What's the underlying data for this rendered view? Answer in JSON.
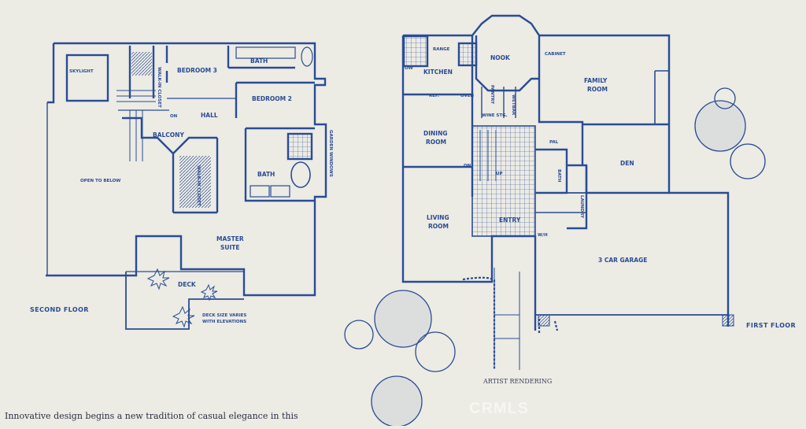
{
  "colors": {
    "ink": "#2a4c93",
    "paper": "#ecebe4"
  },
  "second_floor": {
    "caption": "SECOND FLOOR",
    "rooms": {
      "skylight": "SKYLIGHT",
      "walkin_closet": "WALK-IN CLOSET",
      "bedroom3": "BEDROOM 3",
      "bath_upper": "BATH",
      "bedroom2": "BEDROOM 2",
      "hall": "HALL",
      "on": "ON",
      "balcony": "BALCONY",
      "open_to_below": "OPEN TO BELOW",
      "walkin_closet_master": "WALK-IN CLOSET",
      "bath_master": "BATH",
      "garden_windows": "GARDEN WINDOWS",
      "master_suite_1": "MASTER",
      "master_suite_2": "SUITE",
      "deck": "DECK",
      "deck_note_1": "DECK SIZE VARIES",
      "deck_note_2": "WITH ELEVATIONS"
    }
  },
  "first_floor": {
    "caption": "FIRST FLOOR",
    "rooms": {
      "range": "RANGE",
      "ow": "OW",
      "kitchen": "KITCHEN",
      "nook": "NOOK",
      "cabinet": "CABINET",
      "family_room_1": "FAMILY",
      "family_room_2": "ROOM",
      "ref": "REF.",
      "oven": "OVEN",
      "pantry": "PANTRY",
      "wetbar": "WETBAR",
      "wine_stg": "WINE STG.",
      "dining_1": "DINING",
      "dining_2": "ROOM",
      "den": "DEN",
      "bath": "BATH",
      "living_1": "LIVING",
      "living_2": "ROOM",
      "entry": "ENTRY",
      "laundry": "LAUNDRY",
      "wh": "W/H",
      "garage": "3 CAR GARAGE",
      "on": "ON",
      "pal": "PAL",
      "up": "UP"
    }
  },
  "artist_rendering": "ARTIST RENDERING",
  "caption_text": "Innovative design begins a new tradition of casual elegance in this",
  "watermark": "CRMLS"
}
